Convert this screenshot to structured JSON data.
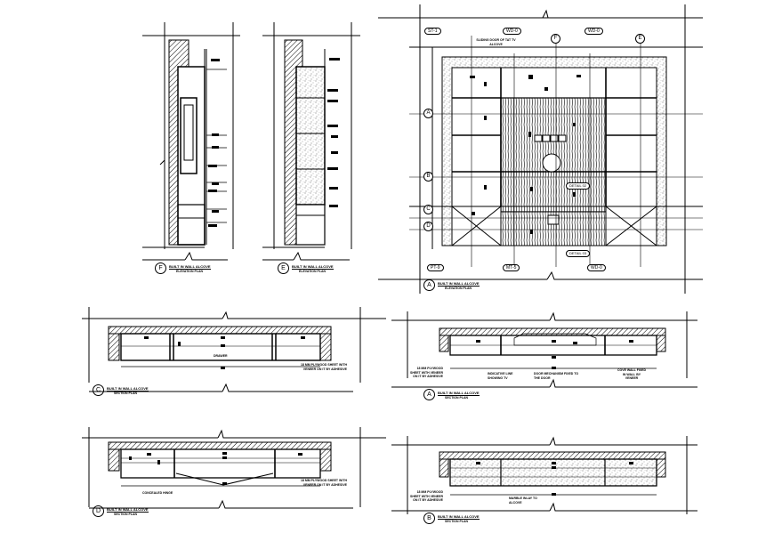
{
  "drawing": {
    "type": "CAD architectural detail sheet",
    "subject": "Built-in wall alcove"
  },
  "views": [
    {
      "id": "elev-f",
      "marker": "F",
      "title": "BUILT IN WALL ALCOVE",
      "subtitle": "ELEVATION PLAN"
    },
    {
      "id": "elev-e",
      "marker": "E",
      "title": "BUILT IN WALL ALCOVE",
      "subtitle": "ELEVATION PLAN"
    },
    {
      "id": "elev-a",
      "marker": "A",
      "title": "BUILT IN WALL ALCOVE",
      "subtitle": "ELEVATION PLAN"
    },
    {
      "id": "sect-c",
      "marker": "C",
      "title": "BUILT IN WALL ALCOVE",
      "subtitle": "SECTION PLAN"
    },
    {
      "id": "sect-a",
      "marker": "A",
      "title": "BUILT IN WALL ALCOVE",
      "subtitle": "SECTION PLAN"
    },
    {
      "id": "sect-d",
      "marker": "D",
      "title": "BUILT IN WALL ALCOVE",
      "subtitle": "SECTION PLAN"
    },
    {
      "id": "sect-b",
      "marker": "B",
      "title": "BUILT IN WALL ALCOVE",
      "subtitle": "SECTION PLAN"
    }
  ],
  "elevation_a": {
    "top_tags": [
      "ST-1",
      "WD-0",
      "WD-0"
    ],
    "bottom_tags": [
      "PT-9",
      "MT-5",
      "WD-0"
    ],
    "grid_top": [
      "F",
      "E"
    ],
    "grid_left": [
      "A",
      "B",
      "C",
      "D"
    ],
    "note_top": "SLIDING DOOR OF TAT TV ALCOVE",
    "detail_callouts": [
      "DETAIL 02",
      "DETAIL 03"
    ]
  },
  "section_c": {
    "center_label": "DRAWER",
    "note": "18 MM PLYWOOD SHEET WITH VENEER ON IT BY ADHESIVE"
  },
  "section_a": {
    "notes": [
      "18 MM PLYWOOD SHEET WITH VENEER ON IT BY ADHESIVE",
      "INDICATIVE LINE SHOWING TV",
      "DOOR MECHANISM FIXED TO THE DOOR",
      "COVE WALL FIXED IN WALL BY VENEER"
    ]
  },
  "section_d": {
    "notes": [
      "CONCEALED HINGE",
      "18 MM PLYWOOD SHEET WITH VENEER ON IT BY ADHESIVE"
    ]
  },
  "section_b": {
    "notes": [
      "18 MM PLYWOOD SHEET WITH VENEER ON IT BY ADHESIVE",
      "MARBLE INLAY TO ALCOVE"
    ]
  },
  "colors": {
    "line": "#000000",
    "background": "#ffffff",
    "hatch": "#555555"
  }
}
